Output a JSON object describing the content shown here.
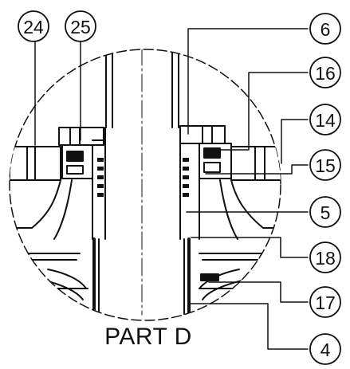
{
  "caption": "PART D",
  "callouts": [
    {
      "id": "c24",
      "label": "24"
    },
    {
      "id": "c25",
      "label": "25"
    },
    {
      "id": "c6",
      "label": "6"
    },
    {
      "id": "c16",
      "label": "16"
    },
    {
      "id": "c14",
      "label": "14"
    },
    {
      "id": "c15",
      "label": "15"
    },
    {
      "id": "c5",
      "label": "5"
    },
    {
      "id": "c18",
      "label": "18"
    },
    {
      "id": "c17",
      "label": "17"
    },
    {
      "id": "c4",
      "label": "4"
    }
  ],
  "colors": {
    "ink": "#111111",
    "paper": "#ffffff"
  }
}
